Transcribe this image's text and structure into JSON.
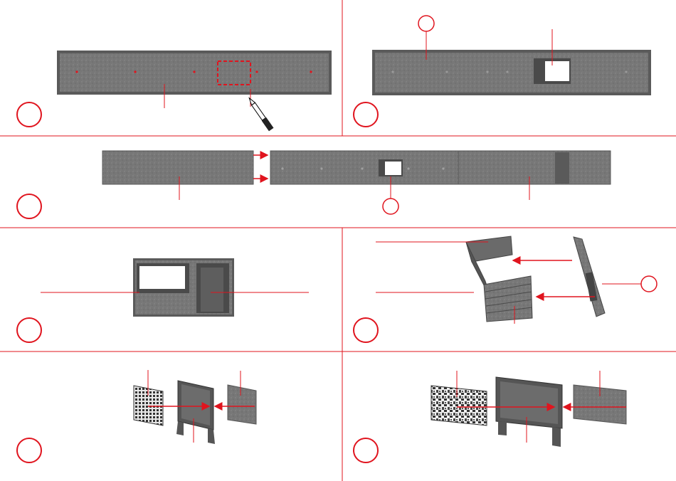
{
  "colors": {
    "accent": "#e0141e",
    "part_gray": "#707070",
    "part_dark": "#4f4f4f",
    "part_light": "#8a8a8a",
    "background": "#ffffff"
  },
  "steps": [
    {
      "id": "step-1",
      "marker": "circle",
      "tool": "hobby-knife-icon"
    },
    {
      "id": "step-2",
      "marker": "circle"
    },
    {
      "id": "step-3",
      "marker": "circle"
    },
    {
      "id": "step-4",
      "marker": "circle"
    },
    {
      "id": "step-5",
      "marker": "circle"
    },
    {
      "id": "step-6",
      "marker": "circle"
    },
    {
      "id": "step-7",
      "marker": "circle"
    }
  ]
}
